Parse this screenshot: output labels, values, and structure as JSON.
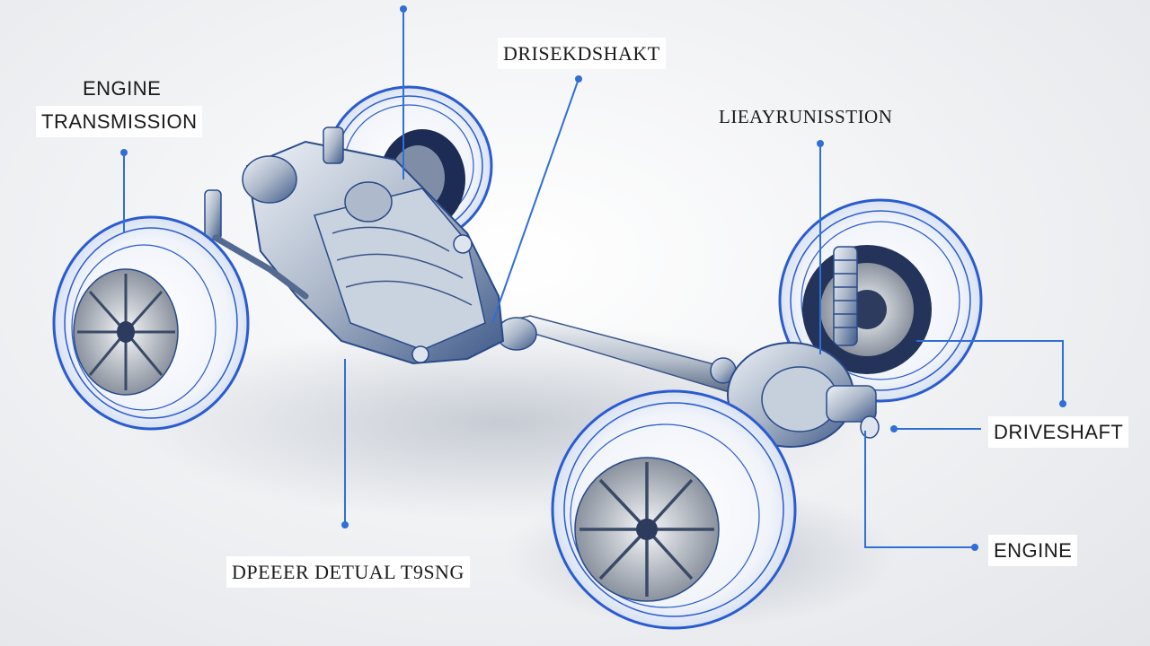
{
  "diagram": {
    "labels": {
      "engine_top_left": "ENGINE",
      "transmission_top_left": "TRANSMISSION",
      "driveshaft_top": "DRISEKDSHAKT",
      "transmission_top_right": "LIEAYRUNISSTION",
      "driveshaft_right": "DRIVESHAFT",
      "engine_right": "ENGINE",
      "detail_bottom": "DPEEER DETUAL T9SNG"
    },
    "colors": {
      "leader_line": "#2f6fd6",
      "tire_outline": "#2a5bd0",
      "background": "#eef0f3"
    }
  }
}
